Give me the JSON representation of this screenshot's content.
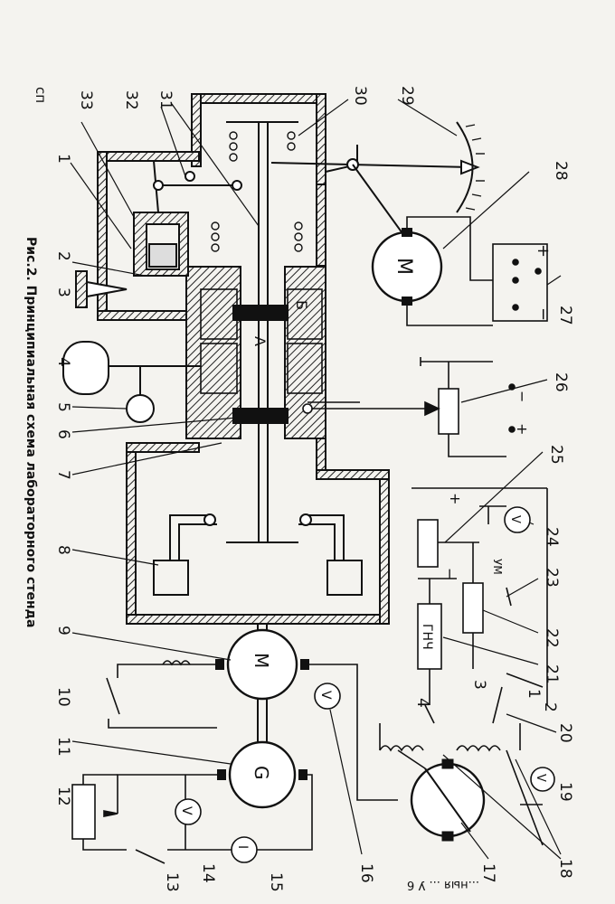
{
  "page_mark": "сп",
  "caption": "Рис.2. Принципиальная схема лабораторного стенда",
  "bottom_stamp": "...ныя ... У 6",
  "labels": {
    "meter_V": "V",
    "meter_I": "I",
    "motor": "M",
    "generator": "G",
    "gen_hf": "ГНЧ",
    "chamber_A": "А",
    "chamber_B": "Б",
    "um": "УМ",
    "plus": "+",
    "minus": "−"
  },
  "callouts": [
    "1",
    "2",
    "3",
    "4",
    "5",
    "6",
    "7",
    "8",
    "9",
    "10",
    "11",
    "12",
    "13",
    "14",
    "15",
    "16",
    "17",
    "18",
    "19",
    "20",
    "21",
    "22",
    "23",
    "24",
    "25",
    "26",
    "27",
    "28",
    "29",
    "30",
    "31",
    "32",
    "33"
  ],
  "switch_positions": [
    "1",
    "2",
    "3",
    "4"
  ]
}
